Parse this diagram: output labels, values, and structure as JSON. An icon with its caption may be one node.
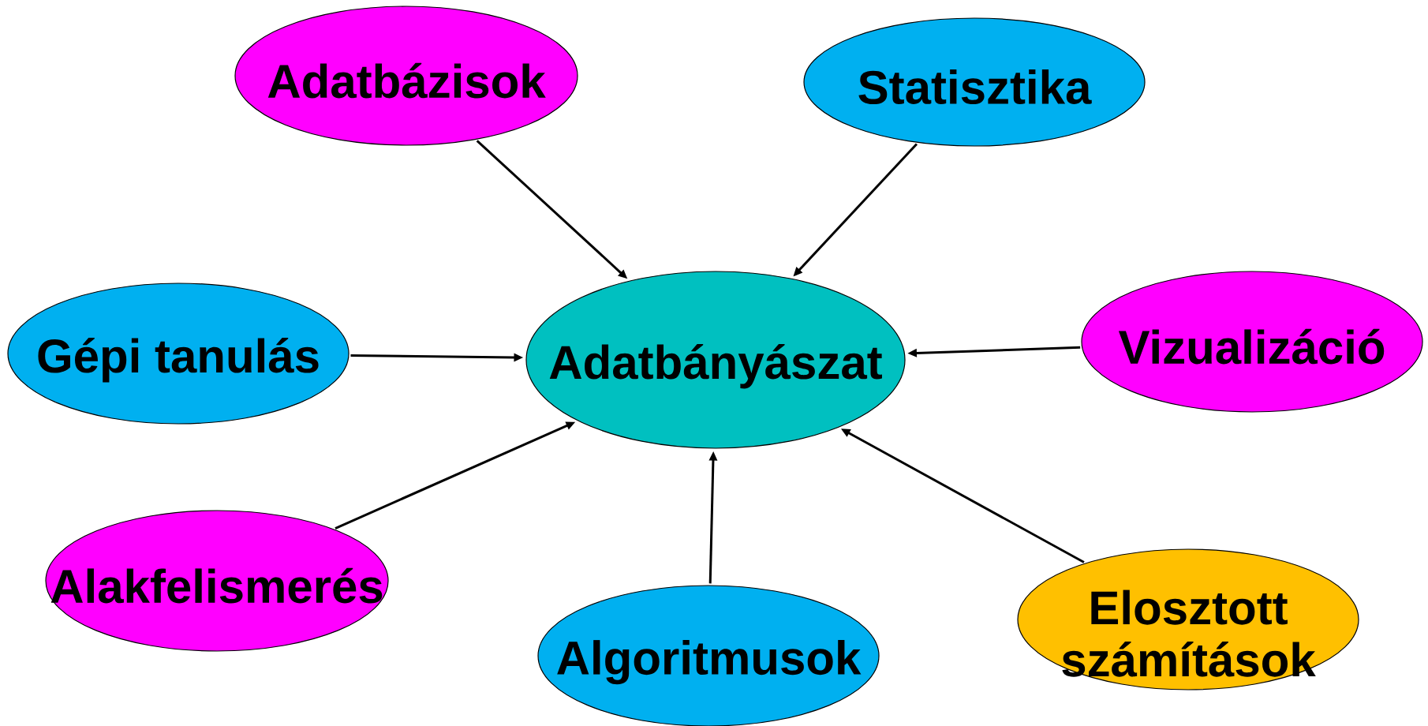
{
  "diagram": {
    "nodes": [
      {
        "text": [
          "Adatbányászat"
        ]
      },
      {
        "text": [
          "Adatbázisok"
        ]
      },
      {
        "text": [
          "Statisztika"
        ]
      },
      {
        "text": [
          "Gépi tanulás"
        ]
      },
      {
        "text": [
          "Vizualizáció"
        ]
      },
      {
        "text": [
          "Alakfelismerés"
        ]
      },
      {
        "text": [
          "Algoritmusok"
        ]
      },
      {
        "text": [
          "Elosztott számítások"
        ]
      }
    ],
    "edges": [
      {
        "from": 1,
        "to": 0,
        "arrow": "to"
      },
      {
        "from": 2,
        "to": 0,
        "arrow": "to"
      },
      {
        "from": 3,
        "to": 0,
        "arrow": "to"
      },
      {
        "from": 4,
        "to": 0,
        "arrow": "to"
      },
      {
        "from": 5,
        "to": 0,
        "arrow": "to"
      },
      {
        "from": 6,
        "to": 0,
        "arrow": "to"
      },
      {
        "from": 7,
        "to": 0,
        "arrow": "to"
      }
    ]
  }
}
